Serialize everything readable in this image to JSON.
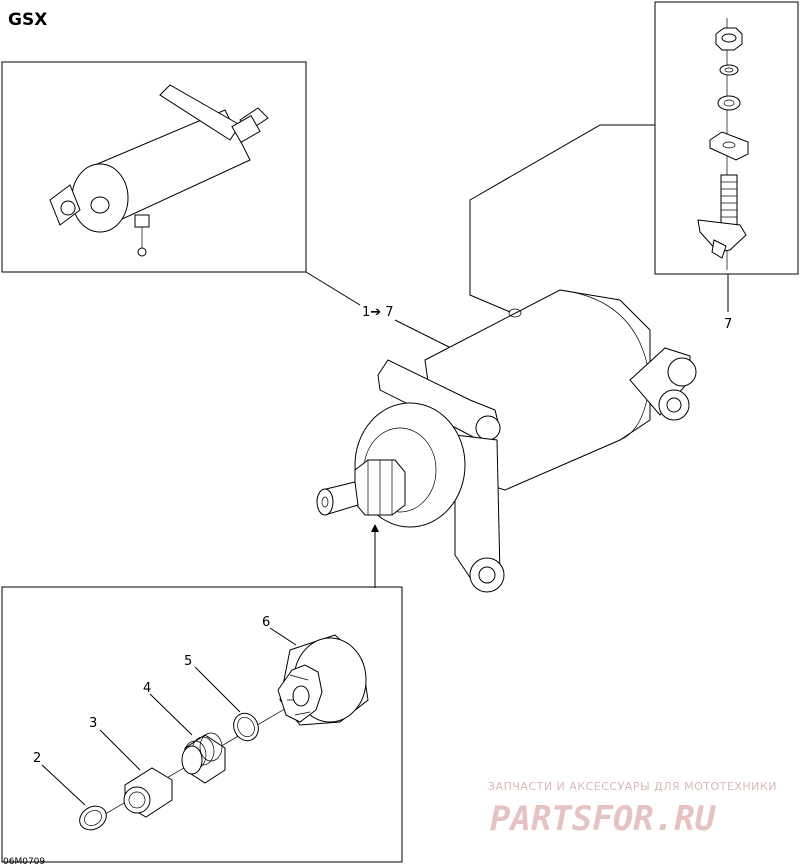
{
  "title": "GSX",
  "drawing_code": "06M0709",
  "callouts": {
    "range_label": "1➔ 7",
    "c2": "2",
    "c3": "3",
    "c4": "4",
    "c5": "5",
    "c6": "6",
    "c7": "7"
  },
  "watermark": {
    "top_text": "ЗАПЧАСТИ И АКСЕССУАРЫ ДЛЯ МОТОТЕХНИКИ",
    "logo_text": "PARTSFOR.RU"
  }
}
